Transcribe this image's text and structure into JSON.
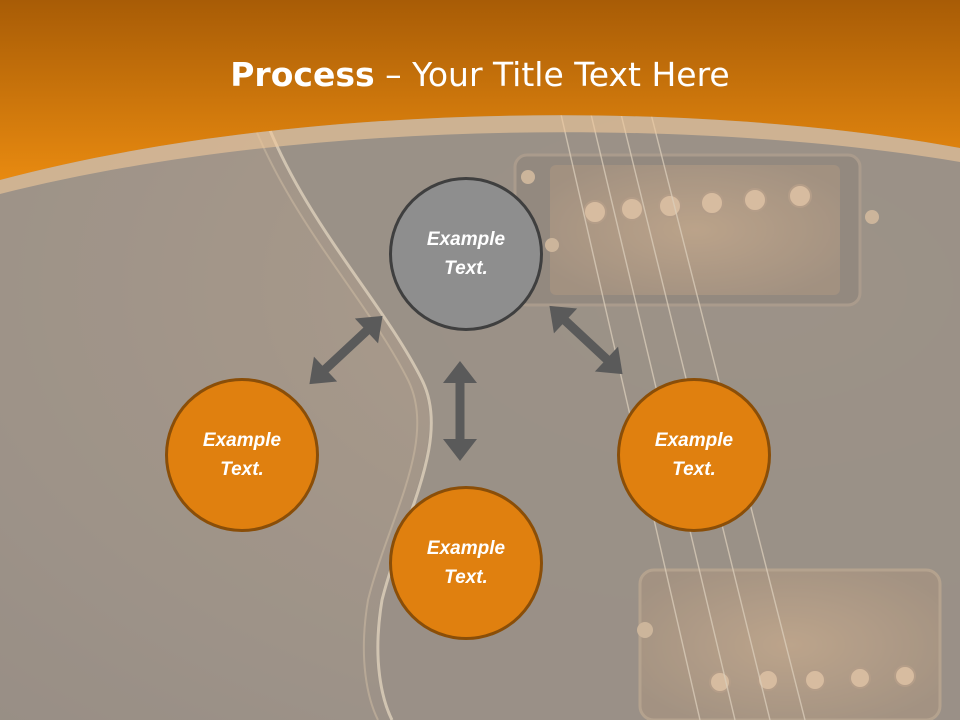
{
  "slide": {
    "title_bold": "Process",
    "title_rest": " – Your Title Text Here"
  },
  "nodes": {
    "top": "Example Text.",
    "left": "Example Text.",
    "bottom": "Example Text.",
    "right": "Example Text."
  },
  "colors": {
    "header_orange": "#e0800f",
    "node_orange": "#e0800f",
    "node_gray": "#8e8e8e",
    "arrow_gray": "#5a5a5a"
  }
}
